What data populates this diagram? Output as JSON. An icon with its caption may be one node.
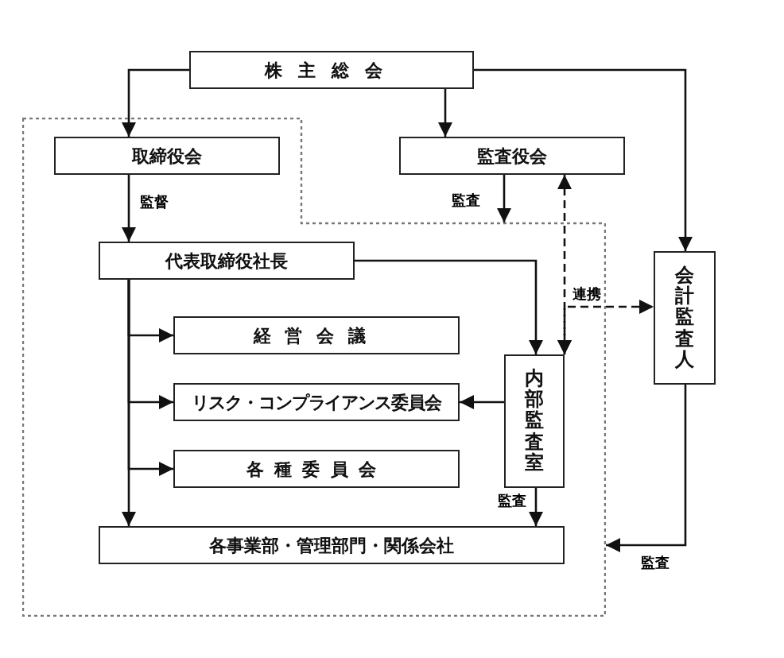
{
  "diagram": {
    "nodes": [
      {
        "text": [
          "株主総会"
        ]
      },
      {
        "text": [],
        "shape": "polygon"
      },
      {
        "text": [
          "取締役会"
        ],
        "in": 1
      },
      {
        "text": [
          "監査役会"
        ]
      },
      {
        "text": [
          "代表取締役社長"
        ],
        "in": 1
      },
      {
        "text": [
          "経営会議"
        ],
        "in": 1
      },
      {
        "text": [
          "リスク・コンプライアンス委員会"
        ],
        "in": 1
      },
      {
        "text": [
          "各種委員会"
        ],
        "in": 1
      },
      {
        "text": [
          "内部監査室"
        ],
        "in": 1
      },
      {
        "text": [
          "会計監査人"
        ]
      },
      {
        "text": [
          "各事業部・管理部門・関係会社"
        ],
        "in": 1
      }
    ],
    "edges": [
      {
        "from": 0,
        "to": 2,
        "arrow": "to"
      },
      {
        "from": 0,
        "to": 3,
        "arrow": "to"
      },
      {
        "from": 0,
        "to": 9,
        "arrow": "to"
      },
      {
        "from": 2,
        "to": 4,
        "arrow": "to",
        "label": "監督"
      },
      {
        "from": 3,
        "to": 1,
        "arrow": "to",
        "label": "監査"
      },
      {
        "from": 4,
        "to": 8,
        "arrow": "to"
      },
      {
        "from": 4,
        "to": 5,
        "arrow": "to"
      },
      {
        "from": 4,
        "to": 6,
        "arrow": "to"
      },
      {
        "from": 4,
        "to": 7,
        "arrow": "to"
      },
      {
        "from": 4,
        "to": 10,
        "arrow": "to"
      },
      {
        "from": 8,
        "to": 6,
        "arrow": "to"
      },
      {
        "from": 8,
        "to": 10,
        "arrow": "to",
        "label": "監査"
      },
      {
        "from": 9,
        "to": 1,
        "arrow": "to",
        "label": "監査"
      },
      {
        "from": 3,
        "to": 8,
        "arrow": "both",
        "style": "dashed"
      },
      {
        "from": 8,
        "to": 9,
        "arrow": "both",
        "style": "dashed",
        "label": "連携"
      }
    ]
  }
}
